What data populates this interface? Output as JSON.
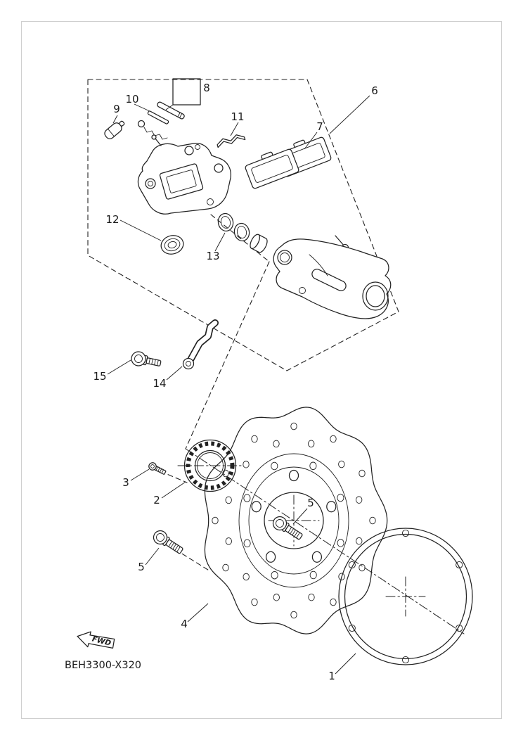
{
  "colors": {
    "ink": "#222222",
    "paper": "#ffffff",
    "frame": "#cfcfcf"
  },
  "footer": {
    "drawing_code": "BEH3300-X320",
    "direction_label": "FWD"
  },
  "part_labels": [
    {
      "ref": "8"
    },
    {
      "ref": "6"
    },
    {
      "ref": "10"
    },
    {
      "ref": "9"
    },
    {
      "ref": "11"
    },
    {
      "ref": "7"
    },
    {
      "ref": "12"
    },
    {
      "ref": "13"
    },
    {
      "ref": "15"
    },
    {
      "ref": "14"
    },
    {
      "ref": "3"
    },
    {
      "ref": "2"
    },
    {
      "ref": "5"
    },
    {
      "ref": "5"
    },
    {
      "ref": "4"
    },
    {
      "ref": "1"
    }
  ]
}
